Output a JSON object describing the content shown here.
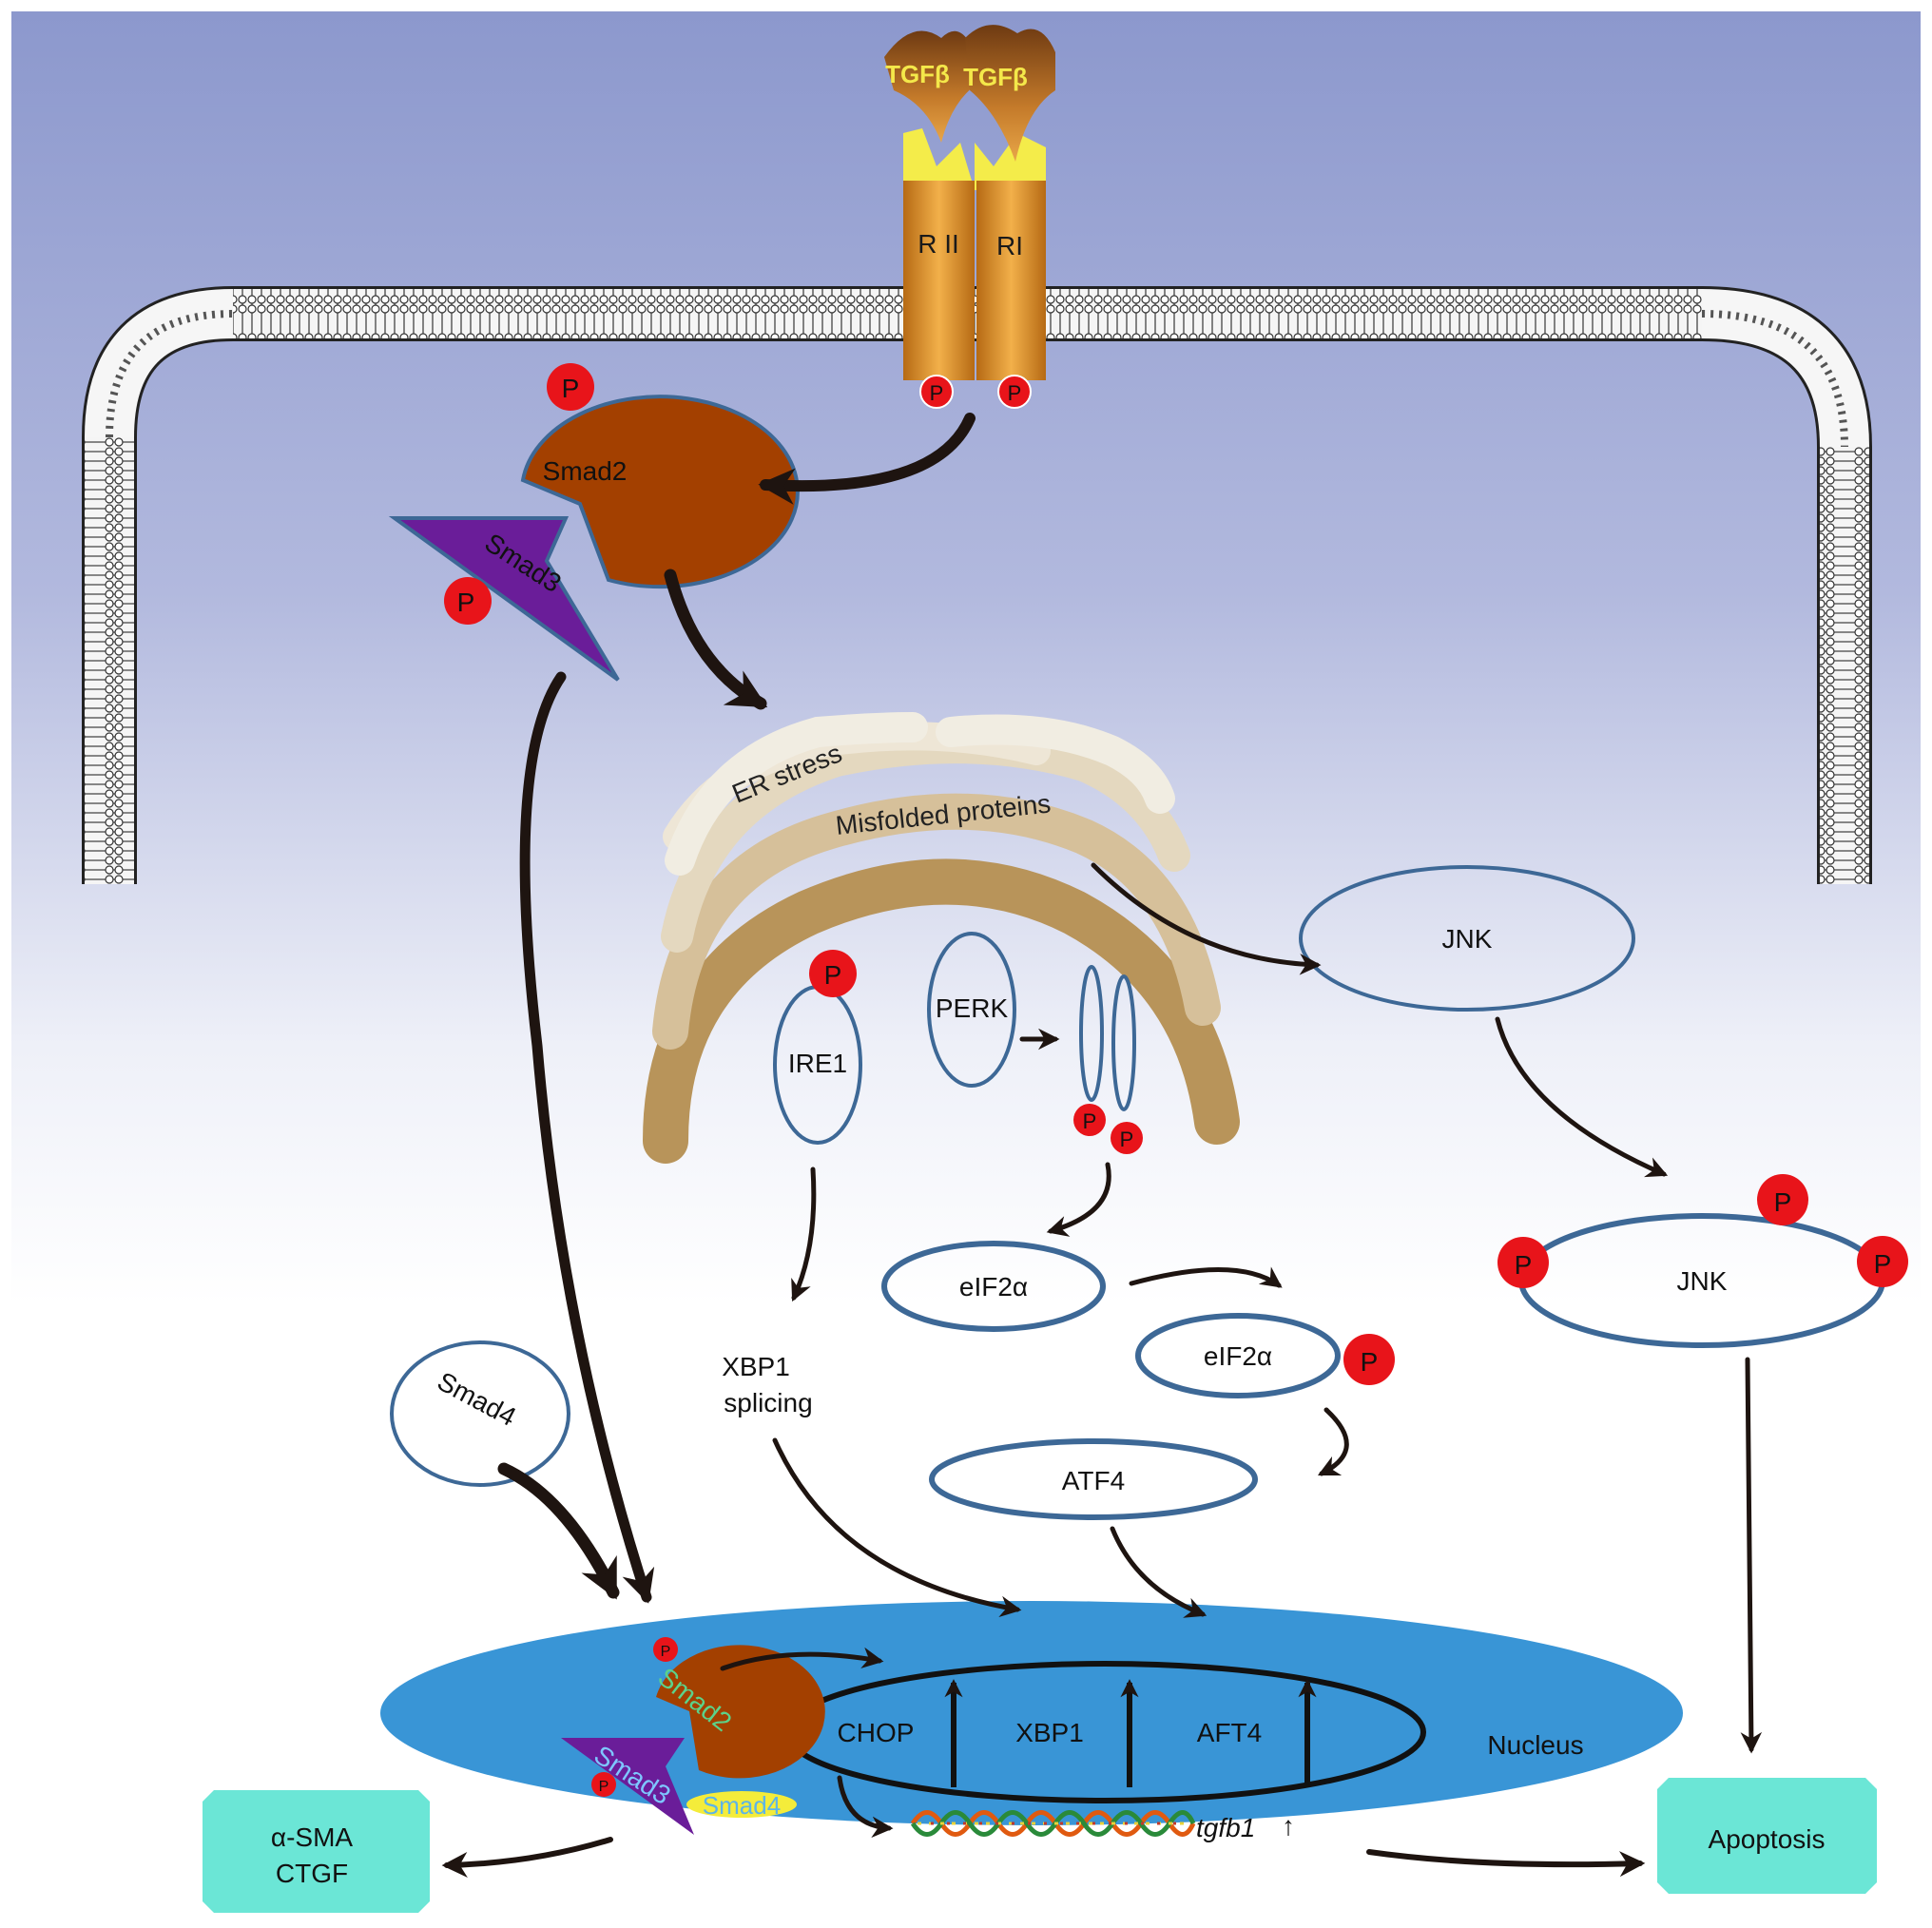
{
  "ligands": [
    "TGFβ",
    "TGFβ"
  ],
  "receptors": {
    "r2": "R II",
    "r1": "RI"
  },
  "phospho": "P",
  "smads": {
    "smad2": "Smad2",
    "smad3": "Smad3",
    "smad4": "Smad4"
  },
  "er": {
    "stress": "ER stress",
    "misfolded": "Misfolded proteins"
  },
  "sensors": {
    "ire1": "IRE1",
    "perk": "PERK"
  },
  "kinases": {
    "jnk": "JNK"
  },
  "eif": "eIF2α",
  "atf4": "ATF4",
  "xbp1_splicing": {
    "line1": "XBP1",
    "line2": "splicing"
  },
  "nucleus": {
    "label": "Nucleus",
    "genes": [
      "CHOP",
      "XBP1",
      "AFT4"
    ],
    "tgfb1": "tgfb1",
    "up_arrow": "↑"
  },
  "outputs": {
    "fibrosis_line1": "α-SMA",
    "fibrosis_line2": "CTGF",
    "apoptosis": "Apoptosis"
  },
  "colors": {
    "bg_top": "#8e9bcf",
    "bg_bottom": "#ffffff",
    "smad2": "#a34000",
    "smad3": "#6a1d99",
    "outline": "#3d6896",
    "phospho": "#e8141a",
    "nucleus": "#3995d6",
    "output_box": "#6be6d6",
    "er_light": "#f1ede2",
    "er_dark": "#b8945a",
    "receptor": "#d99530"
  }
}
